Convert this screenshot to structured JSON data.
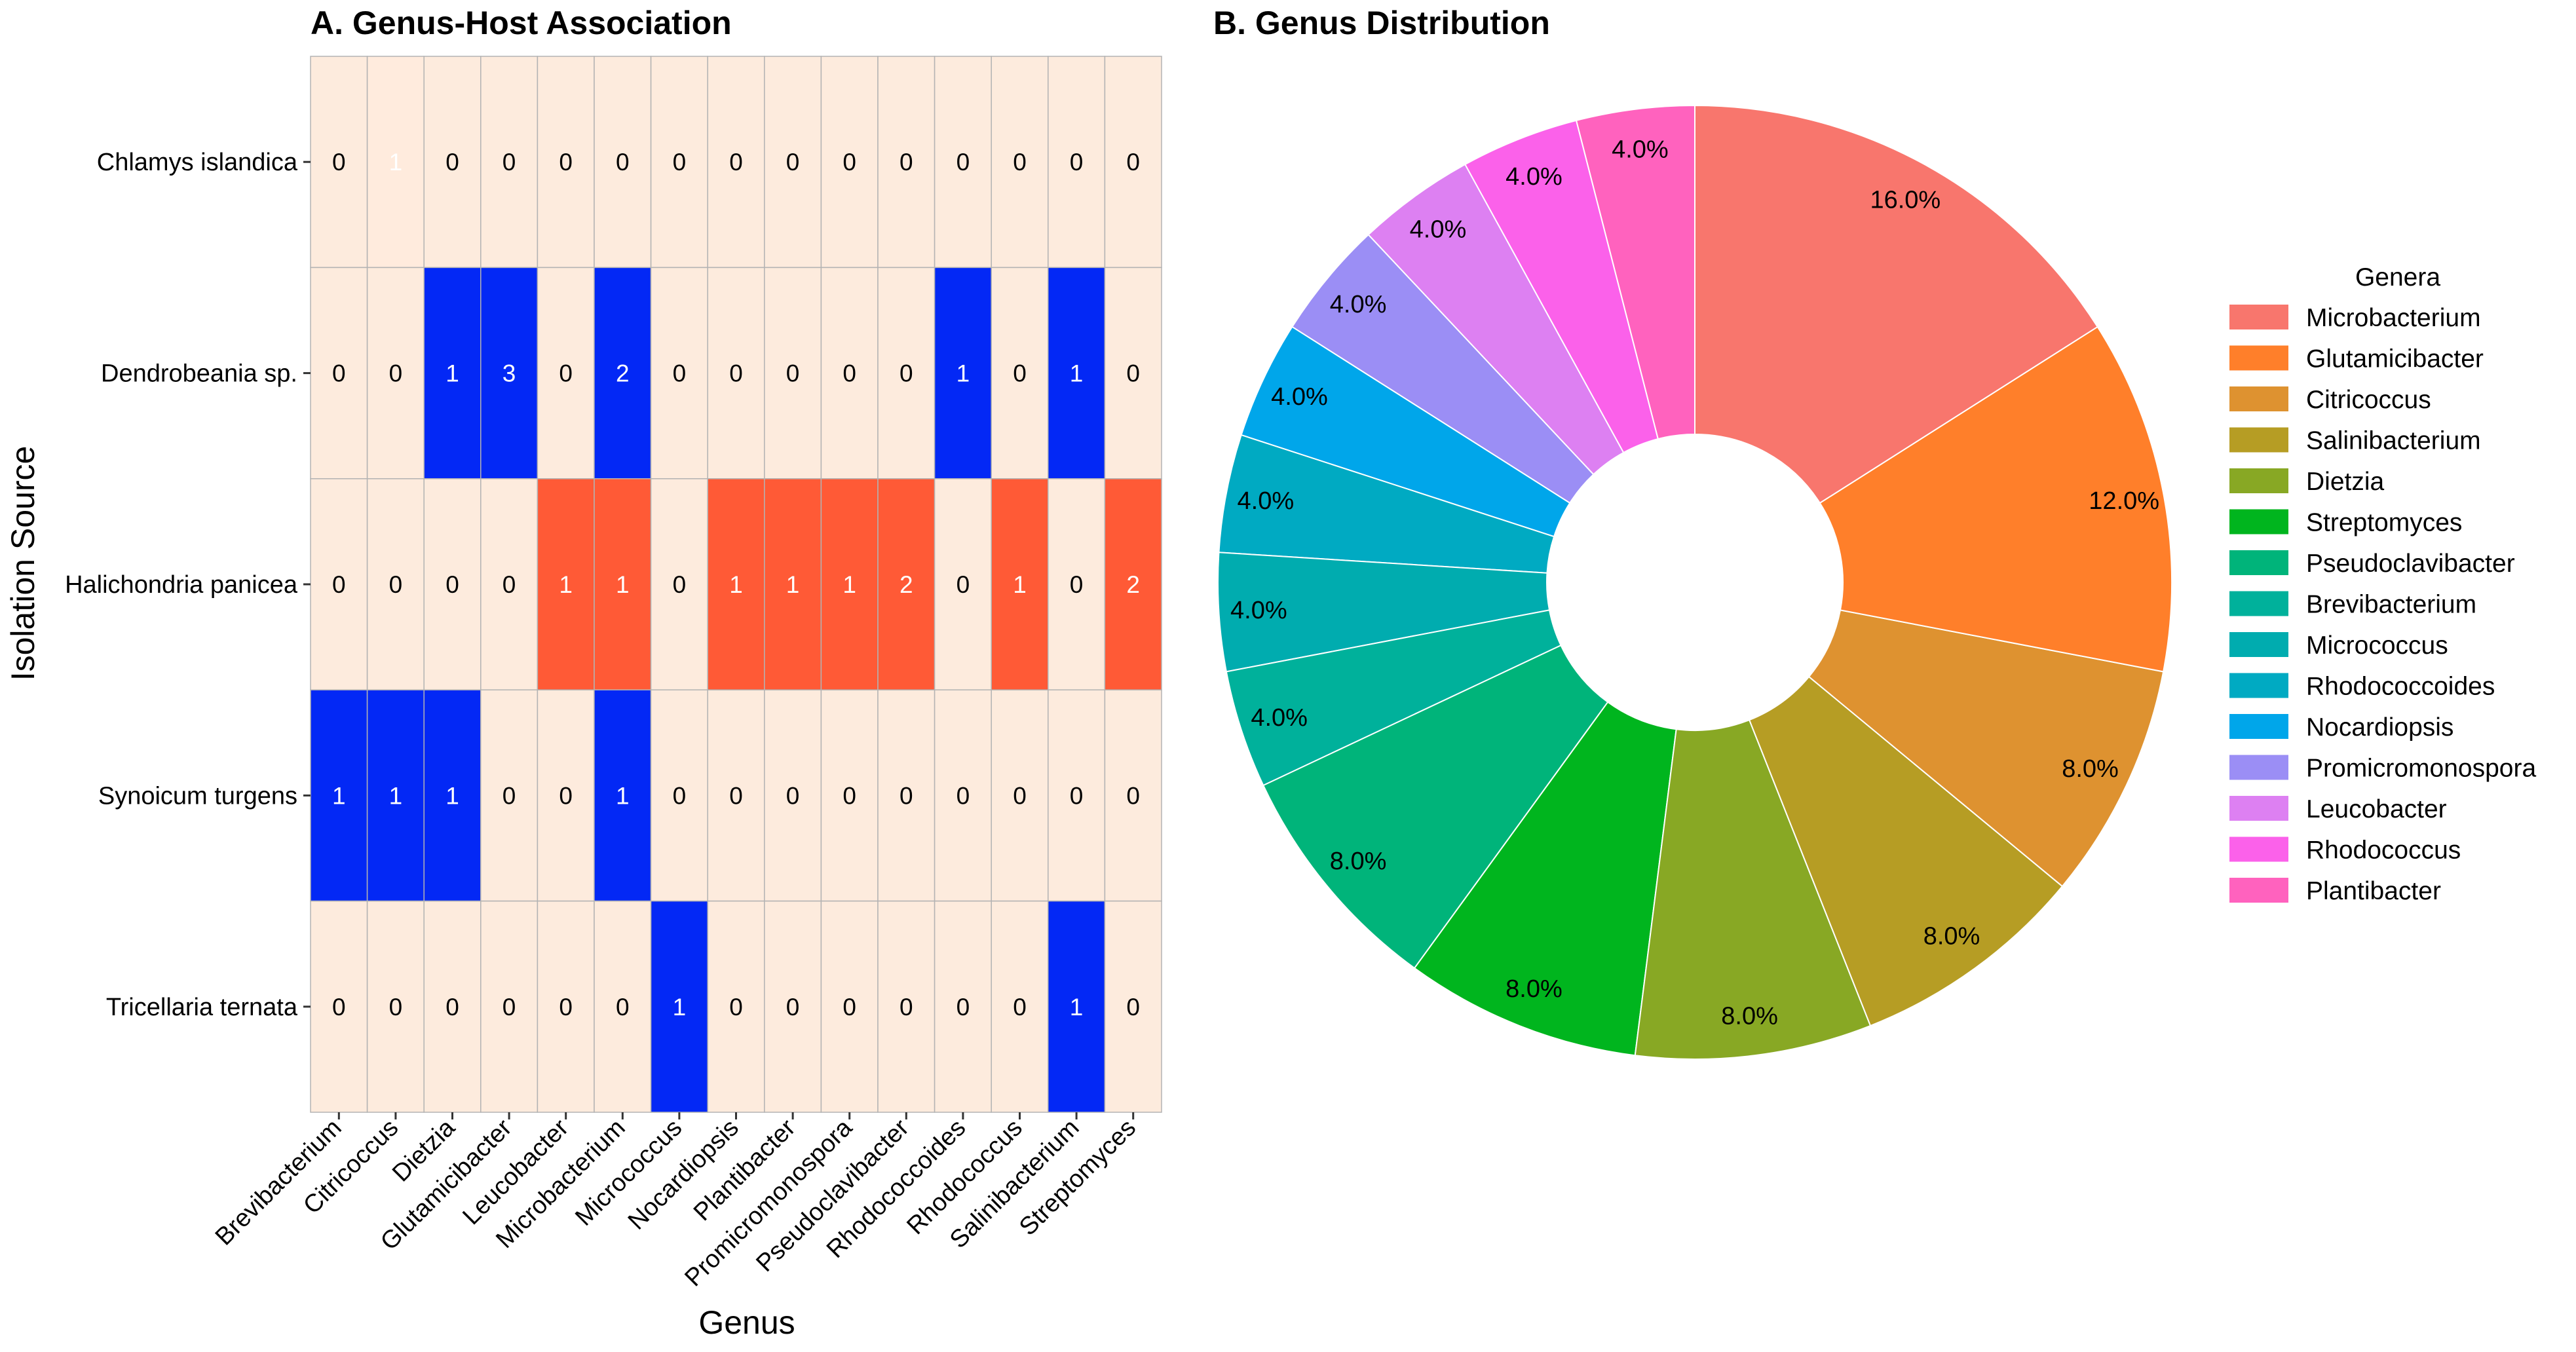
{
  "panel_a": {
    "title": "A. Genus-Host Association",
    "xlabel": "Genus",
    "ylabel": "Isolation Source"
  },
  "panel_b": {
    "title": "B. Genus Distribution",
    "legend_title": "Genera"
  },
  "colors": {
    "heatmap_empty": "#FDEBDD",
    "heatmap_grid": "#B3B3B3",
    "source_colors": [
      "#FFEBDD",
      "#0328F5",
      "#FF5A36",
      "#0328F5",
      "#0328F5"
    ],
    "slice_border": "#FFFFFF"
  },
  "chart_data": [
    {
      "type": "heatmap",
      "title": "A. Genus-Host Association",
      "xlabel": "Genus",
      "ylabel": "Isolation Source",
      "x_categories": [
        "Brevibacterium",
        "Citricoccus",
        "Dietzia",
        "Glutamicibacter",
        "Leucobacter",
        "Microbacterium",
        "Micrococcus",
        "Nocardiopsis",
        "Plantibacter",
        "Promicromonospora",
        "Pseudoclavibacter",
        "Rhodococcoides",
        "Rhodococcus",
        "Salinibacterium",
        "Streptomyces"
      ],
      "y_categories": [
        "Chlamys islandica",
        "Dendrobeania sp.",
        "Halichondria panicea",
        "Synoicum turgens",
        "Tricellaria ternata"
      ],
      "values": [
        [
          0,
          1,
          0,
          0,
          0,
          0,
          0,
          0,
          0,
          0,
          0,
          0,
          0,
          0,
          0
        ],
        [
          0,
          0,
          1,
          3,
          0,
          2,
          0,
          0,
          0,
          0,
          0,
          1,
          0,
          1,
          0
        ],
        [
          0,
          0,
          0,
          0,
          1,
          1,
          0,
          1,
          1,
          1,
          2,
          0,
          1,
          0,
          2
        ],
        [
          1,
          1,
          1,
          0,
          0,
          1,
          0,
          0,
          0,
          0,
          0,
          0,
          0,
          0,
          0
        ],
        [
          0,
          0,
          0,
          0,
          0,
          0,
          1,
          0,
          0,
          0,
          0,
          0,
          0,
          1,
          0
        ]
      ]
    },
    {
      "type": "pie",
      "title": "B. Genus Distribution",
      "legend_title": "Genera",
      "legend_position": "right",
      "donut": true,
      "slices": [
        {
          "name": "Microbacterium",
          "value": 16.0,
          "label": "16.0%",
          "color": "#F8766D"
        },
        {
          "name": "Glutamicibacter",
          "value": 12.0,
          "label": "12.0%",
          "color": "#FF7F2A"
        },
        {
          "name": "Citricoccus",
          "value": 8.0,
          "label": "8.0%",
          "color": "#DE9230"
        },
        {
          "name": "Salinibacterium",
          "value": 8.0,
          "label": "8.0%",
          "color": "#B69D24"
        },
        {
          "name": "Dietzia",
          "value": 8.0,
          "label": "8.0%",
          "color": "#88A824"
        },
        {
          "name": "Streptomyces",
          "value": 8.0,
          "label": "8.0%",
          "color": "#00B51E"
        },
        {
          "name": "Pseudoclavibacter",
          "value": 8.0,
          "label": "8.0%",
          "color": "#00B47A"
        },
        {
          "name": "Brevibacterium",
          "value": 4.0,
          "label": "4.0%",
          "color": "#00B19B"
        },
        {
          "name": "Micrococcus",
          "value": 4.0,
          "label": "4.0%",
          "color": "#00ACAF"
        },
        {
          "name": "Rhodococcoides",
          "value": 4.0,
          "label": "4.0%",
          "color": "#00AAC2"
        },
        {
          "name": "Nocardiopsis",
          "value": 4.0,
          "label": "4.0%",
          "color": "#00A6EA"
        },
        {
          "name": "Promicromonospora",
          "value": 4.0,
          "label": "4.0%",
          "color": "#9B8EF5"
        },
        {
          "name": "Leucobacter",
          "value": 4.0,
          "label": "4.0%",
          "color": "#DD80F2"
        },
        {
          "name": "Rhodococcus",
          "value": 4.0,
          "label": "4.0%",
          "color": "#FB61EA"
        },
        {
          "name": "Plantibacter",
          "value": 4.0,
          "label": "4.0%",
          "color": "#FF62BE"
        }
      ]
    }
  ]
}
